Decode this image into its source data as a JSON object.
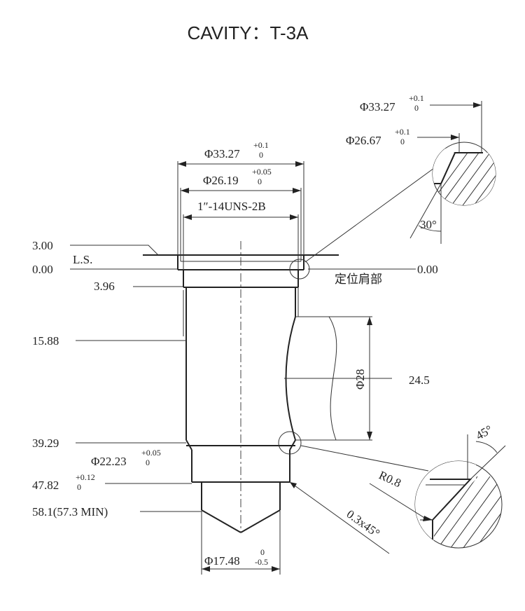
{
  "title": "CAVITY：T-3A",
  "left_dims": {
    "d1": "3.00",
    "d2": "0.00",
    "ls": "L.S.",
    "d3": "3.96",
    "d4": "15.88",
    "d5": "39.29",
    "d6": "Φ22.23",
    "d6_tol_up": "+0.05",
    "d6_tol_low": "0",
    "d7": "47.82",
    "d7_tol_up": "+0.12",
    "d7_tol_low": "0",
    "d8": "58.1(57.3 MIN)"
  },
  "top_dims": {
    "dia1": "Φ33.27",
    "dia1_tol_up": "+0.1",
    "dia1_tol_low": "0",
    "dia2": "Φ26.19",
    "dia2_tol_up": "+0.05",
    "dia2_tol_low": "0",
    "thread": "1″-14UNS-2B"
  },
  "right_dims": {
    "zero": "0.00",
    "shoulder_label": "定位肩部",
    "d_port": "Φ28",
    "d_port_center": "24.5",
    "chamfer": "0.3x45°"
  },
  "bottom_dims": {
    "dia": "Φ17.48",
    "tol_up": "0",
    "tol_low": "-0.5"
  },
  "detail_top": {
    "dia1": "Φ33.27",
    "dia1_tol_up": "+0.1",
    "dia1_tol_low": "0",
    "dia2": "Φ26.67",
    "dia2_tol_up": "+0.1",
    "dia2_tol_low": "0",
    "angle": "30°"
  },
  "detail_bottom": {
    "angle": "45°",
    "radius": "R0.8"
  }
}
